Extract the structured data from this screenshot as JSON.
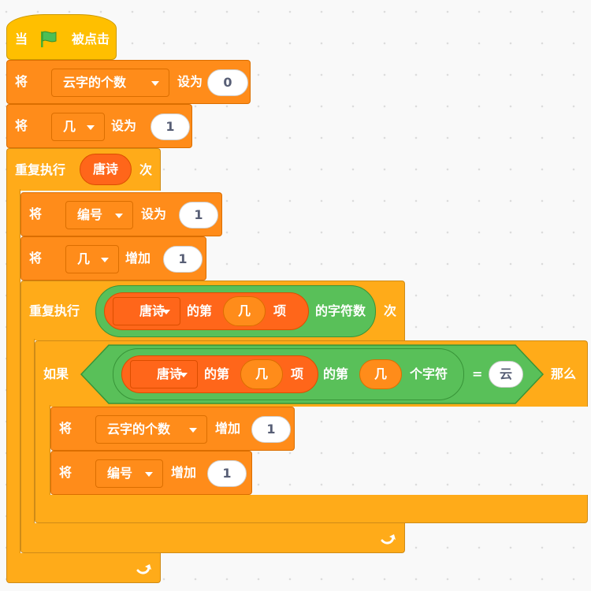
{
  "hat": {
    "when": "当",
    "clicked": "被点击",
    "flag_icon": "green-flag-icon"
  },
  "set_cloud_count": {
    "verb": "将",
    "variable": "云字的个数",
    "action": "设为",
    "value": "0"
  },
  "set_ji": {
    "verb": "将",
    "variable": "几",
    "action": "设为",
    "value": "1"
  },
  "repeat_outer": {
    "label": "重复执行",
    "reporter": "唐诗",
    "times": "次"
  },
  "set_bianhao": {
    "verb": "将",
    "variable": "编号",
    "action": "设为",
    "value": "1"
  },
  "change_ji": {
    "verb": "将",
    "variable": "几",
    "action": "增加",
    "value": "1"
  },
  "repeat_inner": {
    "label": "重复执行",
    "list": "唐诗",
    "item_prefix": "的第",
    "index": "几",
    "item_suffix": "项",
    "length_label": "的字符数",
    "times": "次"
  },
  "if_block": {
    "if": "如果",
    "list": "唐诗",
    "item_prefix": "的第",
    "index": "几",
    "item_suffix": "项",
    "letter_prefix": "的第",
    "letter_index": "几",
    "letter_suffix": "个字符",
    "equals": "=",
    "compare_value": "云",
    "then": "那么"
  },
  "change_cloud_count": {
    "verb": "将",
    "variable": "云字的个数",
    "action": "增加",
    "value": "1"
  },
  "change_bianhao": {
    "verb": "将",
    "variable": "编号",
    "action": "增加",
    "value": "1"
  },
  "colors": {
    "control": "#ffab19",
    "variables": "#ff8c1a",
    "list": "#ff661a",
    "operators": "#59c059",
    "events": "#ffbf00"
  }
}
